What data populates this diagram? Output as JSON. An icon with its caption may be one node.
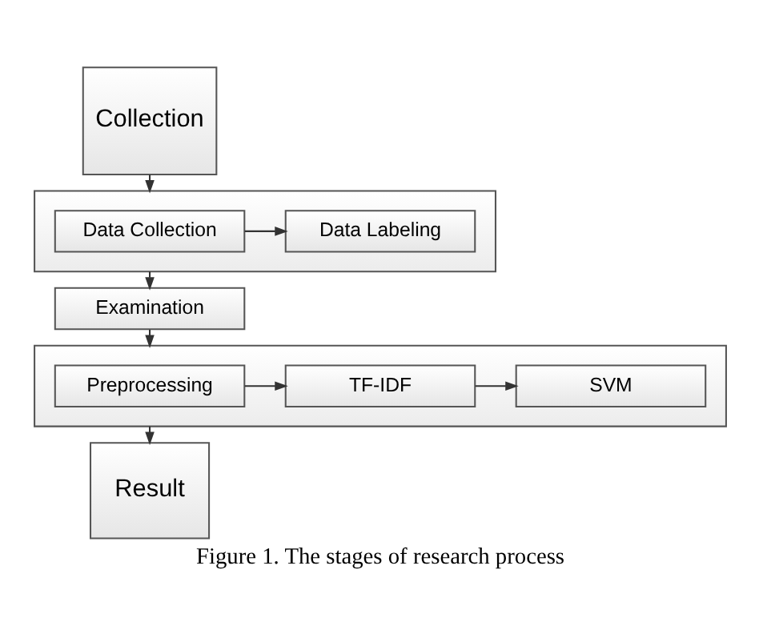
{
  "diagram": {
    "caption": "Figure 1. The stages of research process",
    "nodes": [
      {
        "text": [
          "Collection"
        ]
      },
      {
        "text": [],
        "shape": "box"
      },
      {
        "text": [
          "Data Collection"
        ],
        "in": 1
      },
      {
        "text": [
          "Data Labeling"
        ],
        "in": 1
      },
      {
        "text": [
          "Examination"
        ]
      },
      {
        "text": [],
        "shape": "box"
      },
      {
        "text": [
          "Preprocessing"
        ],
        "in": 5
      },
      {
        "text": [
          "TF-IDF"
        ],
        "in": 5
      },
      {
        "text": [
          "SVM"
        ],
        "in": 5
      },
      {
        "text": [
          "Result"
        ]
      }
    ],
    "edges": [
      {
        "from": 0,
        "to": 1,
        "arrow": "to"
      },
      {
        "from": 2,
        "to": 3,
        "arrow": "to"
      },
      {
        "from": 1,
        "to": 4,
        "arrow": "to"
      },
      {
        "from": 4,
        "to": 5,
        "arrow": "to"
      },
      {
        "from": 6,
        "to": 7,
        "arrow": "to"
      },
      {
        "from": 7,
        "to": 8,
        "arrow": "to"
      },
      {
        "from": 5,
        "to": 9,
        "arrow": "to"
      }
    ]
  }
}
